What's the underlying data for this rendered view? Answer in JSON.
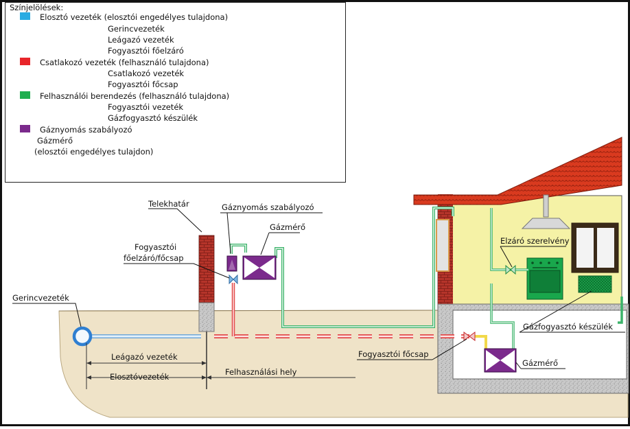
{
  "legend": {
    "title": "Színjelölések:",
    "groups": [
      {
        "color": "#29abe2",
        "lines": [
          "Elosztó vezeték (elosztói engedélyes tulajdona)",
          "Gerincvezeték",
          "Leágazó vezeték",
          "Fogyasztói főelzáró"
        ]
      },
      {
        "color": "#e8252a",
        "lines": [
          "Csatlakozó vezeték (felhasználó tulajdona)",
          "Csatlakozó vezeték",
          "Fogyasztói főcsap"
        ]
      },
      {
        "color": "#1fae4f",
        "lines": [
          "Felhasználói berendezés (felhasználó tulajdona)",
          "Fogyasztói vezeték",
          "Gázfogyasztó készülék"
        ]
      },
      {
        "color": "#7b2a8c",
        "lines": [
          "Gáznyomás szabályozó",
          "Gázmérő",
          "(elosztói engedélyes tulajdon)"
        ]
      }
    ]
  },
  "labels": {
    "telekhatar": "Telekhatár",
    "gaznyomas_szabalyozo": "Gáznyomás szabályozó",
    "gazmero_top": "Gázmérő",
    "fofelzaro_line1": "Fogyasztói",
    "fofelzaro_line2": "főelzáró/főcsap",
    "gerincvezetek": "Gerincvezeték",
    "leagazo_vezetek": "Leágazó vezeték",
    "elosztovezetek": "Elosztóvezeték",
    "felhasznalasi_hely": "Felhasználási hely",
    "elzaro_szerelveny": "Elzáró szerelvény",
    "gazfogyaszto_keszulek": "Gázfogyasztó készülék",
    "fogyasztoi_focsap": "Fogyasztói főcsap",
    "gazmero_bottom": "Gázmérő"
  }
}
